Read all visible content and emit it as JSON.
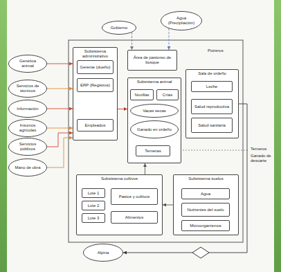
{
  "diagram": {
    "nodes": [
      {
        "text": [
          "Gobierno"
        ]
      },
      {
        "text": [
          "Agua (Precipitación)"
        ]
      },
      {
        "text": [
          "Genética animal"
        ]
      },
      {
        "text": [
          "Servicios de técnicos"
        ]
      },
      {
        "text": [
          "Información"
        ]
      },
      {
        "text": [
          "Insumos agrícolas"
        ]
      },
      {
        "text": [
          "Servicios públicos"
        ]
      },
      {
        "text": [
          "Mano de obra"
        ]
      },
      {
        "text": [
          "Subsistema administrativo"
        ]
      },
      {
        "text": [
          "Gerente (dueño)"
        ],
        "in": 8
      },
      {
        "text": [
          "ERP (Registros)"
        ],
        "in": 8
      },
      {
        "text": [
          "Empleados"
        ],
        "in": 8
      },
      {
        "text": [
          "Área de pastoreo de bosque"
        ]
      },
      {
        "text": [
          "Sala de ordeño"
        ]
      },
      {
        "text": [
          "Leche"
        ],
        "in": 13
      },
      {
        "text": [
          "Salud reproductiva"
        ],
        "in": 13
      },
      {
        "text": [
          "Salud sanitaria"
        ],
        "in": 13
      },
      {
        "text": [
          "Subsistema animal"
        ]
      },
      {
        "text": [
          "Novillas"
        ],
        "in": 17
      },
      {
        "text": [
          "Crías"
        ],
        "in": 17
      },
      {
        "text": [
          "Vacas secas"
        ],
        "in": 17
      },
      {
        "text": [
          "Ganado en ordeño"
        ],
        "in": 17
      },
      {
        "text": [
          "Terneras"
        ],
        "in": 17
      },
      {
        "text": [
          "Subsistema cultivos"
        ]
      },
      {
        "text": [
          "Lote 1"
        ],
        "in": 23
      },
      {
        "text": [
          "Lote 2"
        ],
        "in": 23
      },
      {
        "text": [
          "Lote 3"
        ],
        "in": 23
      },
      {
        "text": [
          "Pastos y cultivos"
        ],
        "in": 23
      },
      {
        "text": [
          "Alimentos"
        ],
        "in": 23
      },
      {
        "text": [
          "Subsistema suelos"
        ]
      },
      {
        "text": [
          "Agua"
        ],
        "in": 29
      },
      {
        "text": [
          "Nutrientes del suelo"
        ],
        "in": 29
      },
      {
        "text": [
          "Microorganismos"
        ],
        "in": 29
      },
      {
        "text": [
          "Alpina"
        ]
      }
    ],
    "edges": [
      {
        "from": 2,
        "to": 8,
        "arrow": "to"
      },
      {
        "from": 3,
        "to": 8,
        "arrow": "to"
      },
      {
        "from": 4,
        "to": 8,
        "arrow": "to"
      },
      {
        "from": 5,
        "to": 8,
        "arrow": "to"
      },
      {
        "from": 6,
        "to": 8,
        "arrow": "to"
      },
      {
        "from": 7,
        "to": 8,
        "arrow": "to"
      },
      {
        "from": 0,
        "to": 12,
        "arrow": "to"
      },
      {
        "from": 1,
        "to": 12,
        "arrow": "to"
      },
      {
        "from": 8,
        "to": 17,
        "arrow": "to"
      },
      {
        "from": 23,
        "to": 17,
        "arrow": "to"
      },
      {
        "from": 29,
        "to": 23,
        "arrow": "to"
      },
      {
        "from": 13,
        "to": 33,
        "arrow": "to"
      }
    ],
    "labels": [
      "Potreros",
      "Terneros",
      "Ganado de descarte"
    ]
  }
}
